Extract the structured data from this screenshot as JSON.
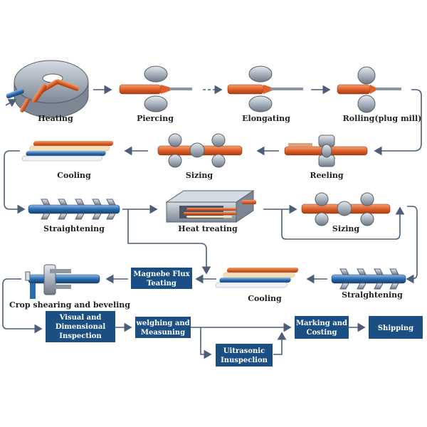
{
  "stages": {
    "heating": "Heating",
    "piercing": "Piercing",
    "elongating": "Elongating",
    "rolling": "Rolling(plug mill)",
    "reeling": "Reeling",
    "sizing_1": "Sizing",
    "cooling_1": "Cooling",
    "straightening_1": "Straightening",
    "heat_treating": "Heat treating",
    "sizing_2": "Sizing",
    "straightening_2": "Stralghtening",
    "cooling_2": "Cooling",
    "crop_shearing": "Crop shearing and beveling"
  },
  "boxes": {
    "magnetic_flux": [
      "Magnebe Flux",
      "Teating"
    ],
    "visual_inspection": [
      "Visual and",
      "Dimensional",
      "Inspection"
    ],
    "weighing": [
      "welghing and",
      "Measuning"
    ],
    "ultrasonic": [
      "Uitrasonic",
      "Inuspeclion"
    ],
    "marking": [
      "Marking and",
      "Costing"
    ],
    "shipping": [
      "Shipping"
    ]
  },
  "colors": {
    "box_fill": "#1b4f83",
    "arrow": "#4d5f78",
    "pipe_orange": "#e0602a",
    "pipe_blue": "#2b6cb0",
    "roller": "#b9c1cb",
    "furnace": "#9aa4b0"
  }
}
